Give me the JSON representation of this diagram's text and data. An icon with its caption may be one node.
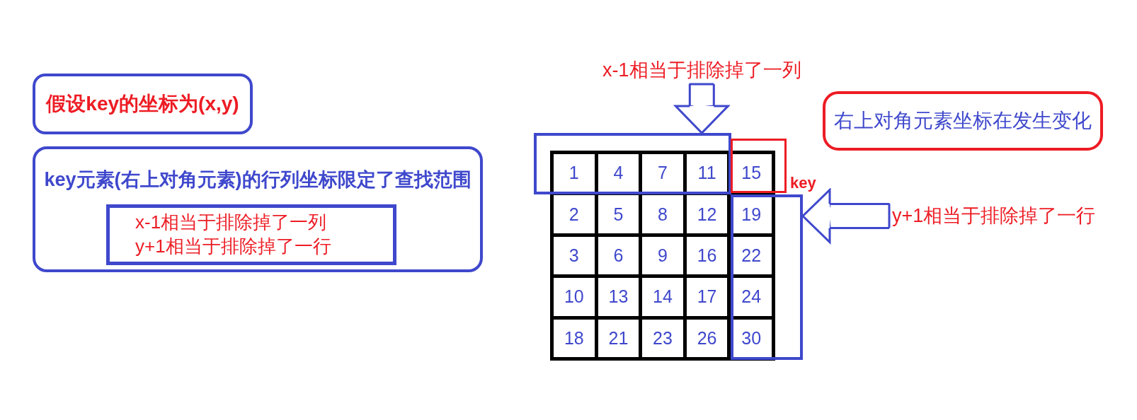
{
  "diagram": {
    "nodes": [
      {
        "text": [
          "假设key的坐标为(x,y)"
        ]
      },
      {
        "text": [
          "key元素(右上对角元素)的行列坐标限定了查找范围"
        ]
      },
      {
        "text": [
          "x-1相当于排除掉了一列",
          "y+1相当于排除掉了一行"
        ],
        "in": 1
      },
      {
        "text": [
          "x-1相当于排除掉了一列"
        ]
      },
      {
        "text": [
          "右上对角元素坐标在发生变化"
        ]
      },
      {
        "text": [],
        "shape": "box"
      },
      {
        "text": [],
        "shape": "box",
        "beside": [
          "key"
        ]
      },
      {
        "text": [
          "y+1相当于排除掉了一行"
        ]
      },
      {
        "text": [],
        "shape": "box"
      }
    ],
    "edges": [
      {
        "from": 3,
        "to": 5,
        "arrow": "to"
      },
      {
        "from": 7,
        "to": 8,
        "arrow": "to"
      }
    ],
    "labels": [
      "1",
      "4",
      "7",
      "11",
      "15",
      "2",
      "5",
      "8",
      "12",
      "19",
      "3",
      "6",
      "9",
      "16",
      "22",
      "10",
      "13",
      "14",
      "17",
      "24",
      "18",
      "21",
      "23",
      "26",
      "30"
    ]
  }
}
